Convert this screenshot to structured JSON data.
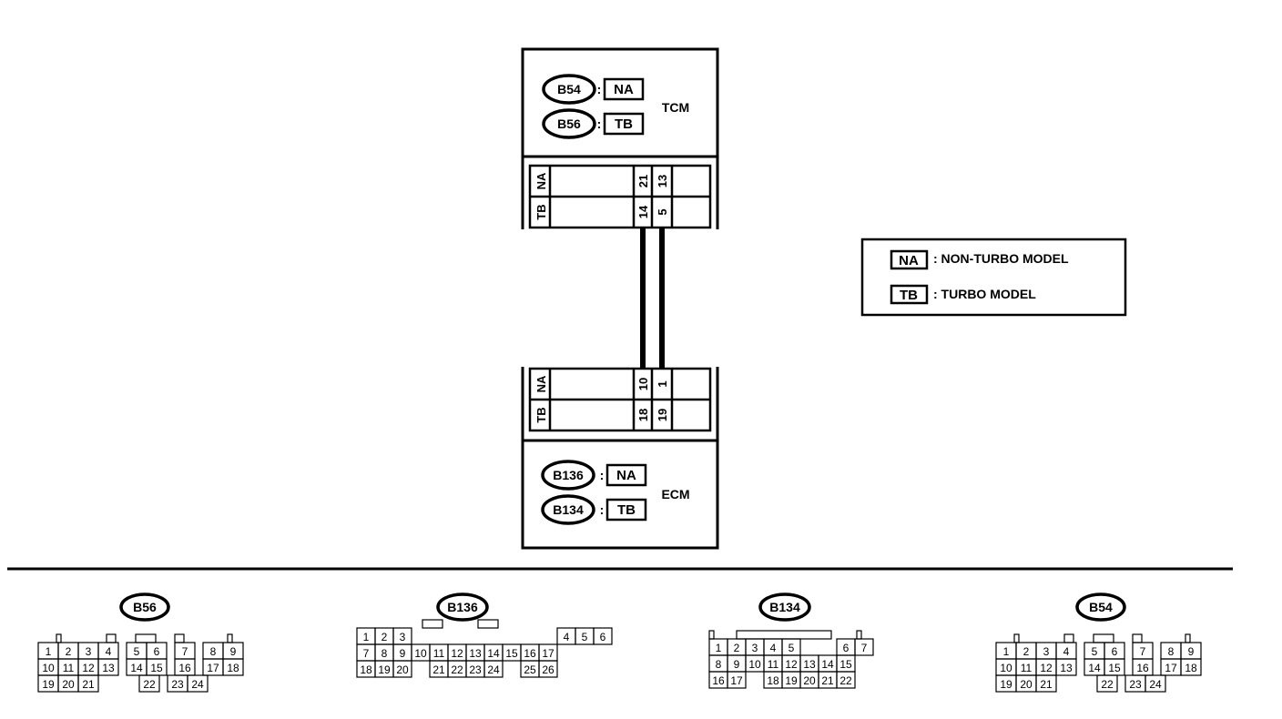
{
  "tcm": {
    "label": "TCM",
    "connectors": [
      {
        "id": "B54",
        "tag": "NA"
      },
      {
        "id": "B56",
        "tag": "TB"
      }
    ],
    "rows": [
      {
        "model": "NA",
        "pins": [
          "21",
          "13"
        ]
      },
      {
        "model": "TB",
        "pins": [
          "14",
          "5"
        ]
      }
    ]
  },
  "ecm": {
    "label": "ECM",
    "connectors": [
      {
        "id": "B136",
        "tag": "NA"
      },
      {
        "id": "B134",
        "tag": "TB"
      }
    ],
    "rows": [
      {
        "model": "NA",
        "pins": [
          "10",
          "1"
        ]
      },
      {
        "model": "TB",
        "pins": [
          "18",
          "19"
        ]
      }
    ]
  },
  "legend": [
    {
      "tag": "NA",
      "text": ": NON-TURBO MODEL"
    },
    {
      "tag": "TB",
      "text": ": TURBO MODEL"
    }
  ],
  "connector_views": [
    {
      "id": "B56",
      "rows": [
        [
          "1",
          "2",
          "3",
          "4",
          "",
          "5",
          "6",
          "",
          "7",
          "",
          "8",
          "9"
        ],
        [
          "10",
          "11",
          "12",
          "13",
          "",
          "14",
          "15",
          "",
          "16",
          "",
          "17",
          "18"
        ],
        [
          "19",
          "20",
          "21",
          "",
          "",
          "",
          "",
          "",
          "22",
          "",
          "23",
          "24"
        ]
      ]
    },
    {
      "id": "B136",
      "rows": [
        [
          "1",
          "2",
          "3",
          "",
          "",
          "",
          "",
          "",
          "",
          "",
          "",
          "4",
          "5",
          "6"
        ],
        [
          "7",
          "8",
          "9",
          "10",
          "11",
          "12",
          "13",
          "14",
          "15",
          "16",
          "17"
        ],
        [
          "18",
          "19",
          "20",
          "",
          "21",
          "22",
          "23",
          "24",
          "",
          "25",
          "26"
        ]
      ]
    },
    {
      "id": "B134",
      "rows": [
        [
          "1",
          "2",
          "3",
          "4",
          "5",
          "",
          "",
          "6",
          "7"
        ],
        [
          "8",
          "9",
          "10",
          "11",
          "12",
          "13",
          "14",
          "15"
        ],
        [
          "16",
          "17",
          "",
          "18",
          "19",
          "20",
          "21",
          "22"
        ]
      ]
    },
    {
      "id": "B54",
      "rows": [
        [
          "1",
          "2",
          "3",
          "4",
          "",
          "5",
          "6",
          "",
          "7",
          "",
          "8",
          "9"
        ],
        [
          "10",
          "11",
          "12",
          "13",
          "",
          "14",
          "15",
          "",
          "16",
          "",
          "17",
          "18"
        ],
        [
          "19",
          "20",
          "21",
          "",
          "",
          "",
          "",
          "",
          "22",
          "",
          "23",
          "24"
        ]
      ]
    }
  ]
}
